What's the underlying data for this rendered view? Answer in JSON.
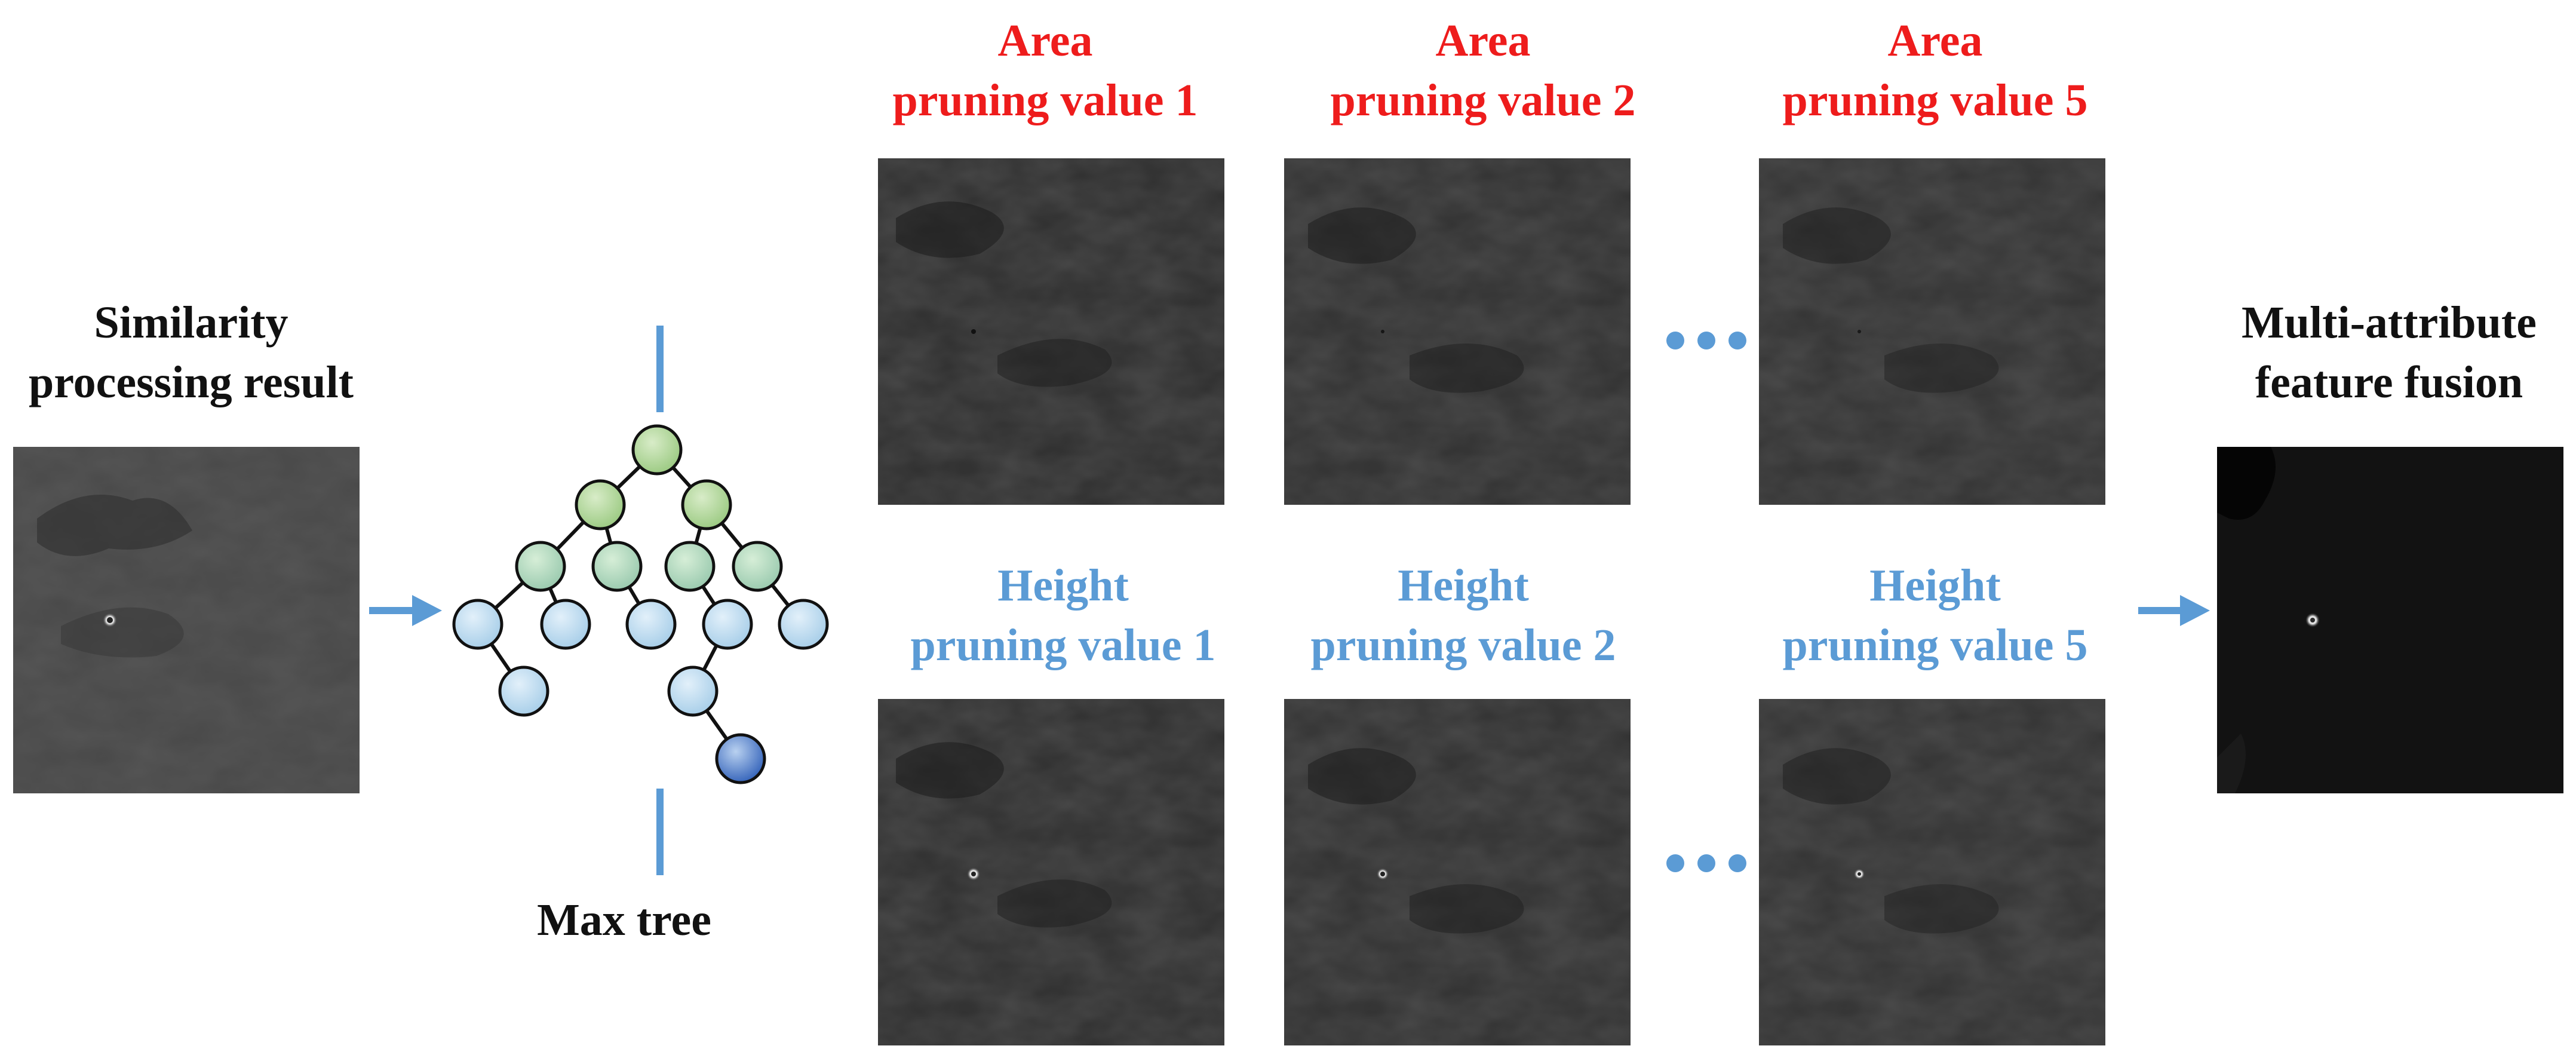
{
  "input": {
    "title_line1": "Similarity",
    "title_line2": "processing result"
  },
  "max_tree": {
    "label": "Max tree"
  },
  "area_row": [
    {
      "line1": "Area",
      "line2": "pruning value 1"
    },
    {
      "line1": "Area",
      "line2": "pruning value 2"
    },
    {
      "line1": "Area",
      "line2": "pruning value 5"
    }
  ],
  "height_row": [
    {
      "line1": "Height",
      "line2": "pruning value 1"
    },
    {
      "line1": "Height",
      "line2": "pruning value 2"
    },
    {
      "line1": "Height",
      "line2": "pruning value 5"
    }
  ],
  "output": {
    "title_line1": "Multi-attribute",
    "title_line2": "feature fusion"
  },
  "colors": {
    "area": "#ee1c1c",
    "height": "#5b9bd5",
    "arrow": "#5b9bd5",
    "text": "#111111"
  }
}
